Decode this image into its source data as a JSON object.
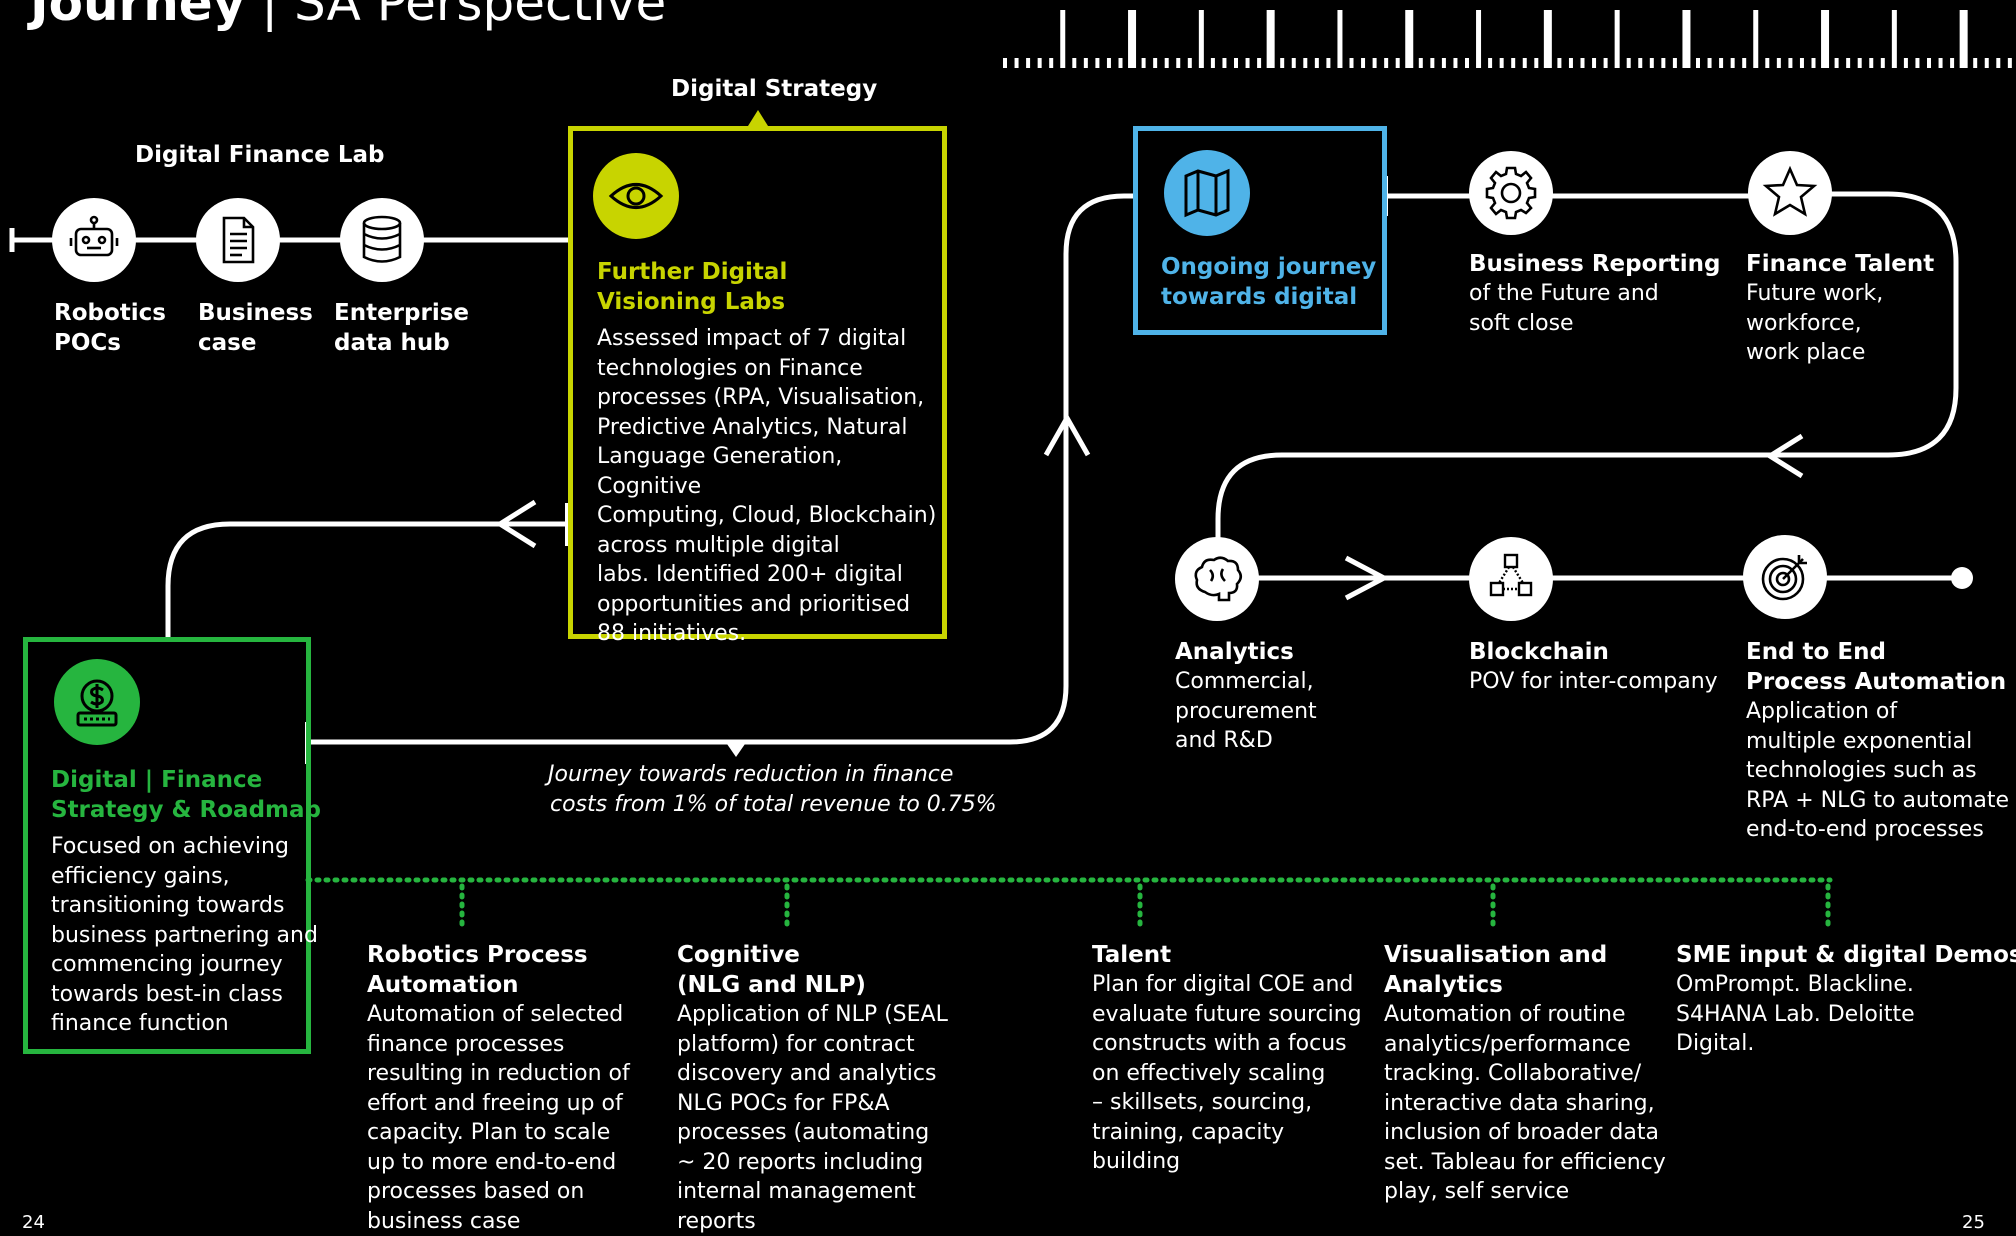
{
  "header": {
    "title_bold": "Journey",
    "separator": "|",
    "title_light": "SA Perspective"
  },
  "lab": {
    "heading": "Digital Finance Lab",
    "items": [
      {
        "label_1": "Robotics",
        "label_2": "POCs",
        "icon": "robot-icon"
      },
      {
        "label_1": "Business",
        "label_2": "case",
        "icon": "document-icon"
      },
      {
        "label_1": "Enterprise",
        "label_2": "data hub",
        "icon": "database-icon"
      }
    ]
  },
  "strategy_box": {
    "label": "Digital Strategy",
    "title_1": "Further Digital",
    "title_2": "Visioning Labs",
    "lines": [
      "Assessed impact of 7 digital",
      "technologies on Finance",
      "processes (RPA, Visualisation,",
      "Predictive Analytics, Natural",
      "Language Generation, Cognitive",
      "Computing, Cloud, Blockchain)",
      "across multiple digital",
      "labs. Identified 200+ digital",
      "opportunities and prioritised",
      "88 initiatives."
    ],
    "accent": "#c8d400",
    "icon": "eye-icon"
  },
  "roadmap_box": {
    "title_1": "Digital | Finance",
    "title_2": "Strategy & Roadmap",
    "lines": [
      "Focused on achieving",
      "efficiency gains,",
      "transitioning towards",
      "business partnering and",
      "commencing journey",
      "towards best-in class",
      "finance function"
    ],
    "accent": "#26b53f",
    "icon": "money-icon"
  },
  "journey_caption": {
    "line_1": "Journey towards reduction in finance",
    "line_2": "costs from 1% of total revenue to 0.75%"
  },
  "ongoing_box": {
    "title_1": "Ongoing journey",
    "title_2": "towards digital",
    "accent": "#4fb3e8",
    "icon": "map-icon"
  },
  "nodes": [
    {
      "title": "Business Reporting",
      "lines": [
        "of the Future and",
        "soft close"
      ],
      "icon": "gear-icon"
    },
    {
      "title": "Finance Talent",
      "lines": [
        "Future work,",
        "workforce,",
        "work place"
      ],
      "icon": "star-icon"
    },
    {
      "title": "Analytics",
      "lines": [
        "Commercial,",
        "procurement",
        "and R&D"
      ],
      "icon": "brain-icon"
    },
    {
      "title": "Blockchain",
      "lines": [
        "POV for inter-company"
      ],
      "icon": "blocks-icon"
    },
    {
      "title_1": "End to End",
      "title_2": "Process Automation",
      "lines": [
        "Application of",
        "multiple exponential",
        "technologies such as",
        "RPA + NLG to automate",
        "end-to-end processes"
      ],
      "icon": "target-icon"
    }
  ],
  "bottom": [
    {
      "title_1": "Robotics Process",
      "title_2": "Automation",
      "lines": [
        "Automation of selected",
        "finance processes",
        "resulting in reduction of",
        "effort and freeing up of",
        "capacity.  Plan to scale",
        "up to more end-to-end",
        "processes based on",
        "business case"
      ]
    },
    {
      "title_1": "Cognitive",
      "title_2": "(NLG and NLP)",
      "lines": [
        "Application of NLP (SEAL",
        "platform) for contract",
        "discovery and analytics",
        "NLG POCs for FP&A",
        "processes (automating",
        "~ 20 reports including",
        "internal management",
        "reports"
      ]
    },
    {
      "title_1": "Talent",
      "title_2": "",
      "lines": [
        "Plan for digital COE and",
        "evaluate future sourcing",
        "constructs with a focus",
        "on effectively scaling",
        "– skillsets, sourcing,",
        "training, capacity",
        "building"
      ]
    },
    {
      "title_1": "Visualisation and",
      "title_2": "Analytics",
      "lines": [
        "Automation of routine",
        "analytics/performance",
        "tracking. Collaborative/",
        "interactive data sharing,",
        "inclusion of broader data",
        "set. Tableau for efficiency",
        "play, self service"
      ]
    },
    {
      "title_1": "SME input & digital Demos",
      "title_2": "",
      "lines": [
        "OmPrompt. Blackline.",
        "S4HANA Lab. Deloitte",
        "Digital."
      ]
    }
  ],
  "page_numbers": {
    "left": "24",
    "right": "25"
  }
}
